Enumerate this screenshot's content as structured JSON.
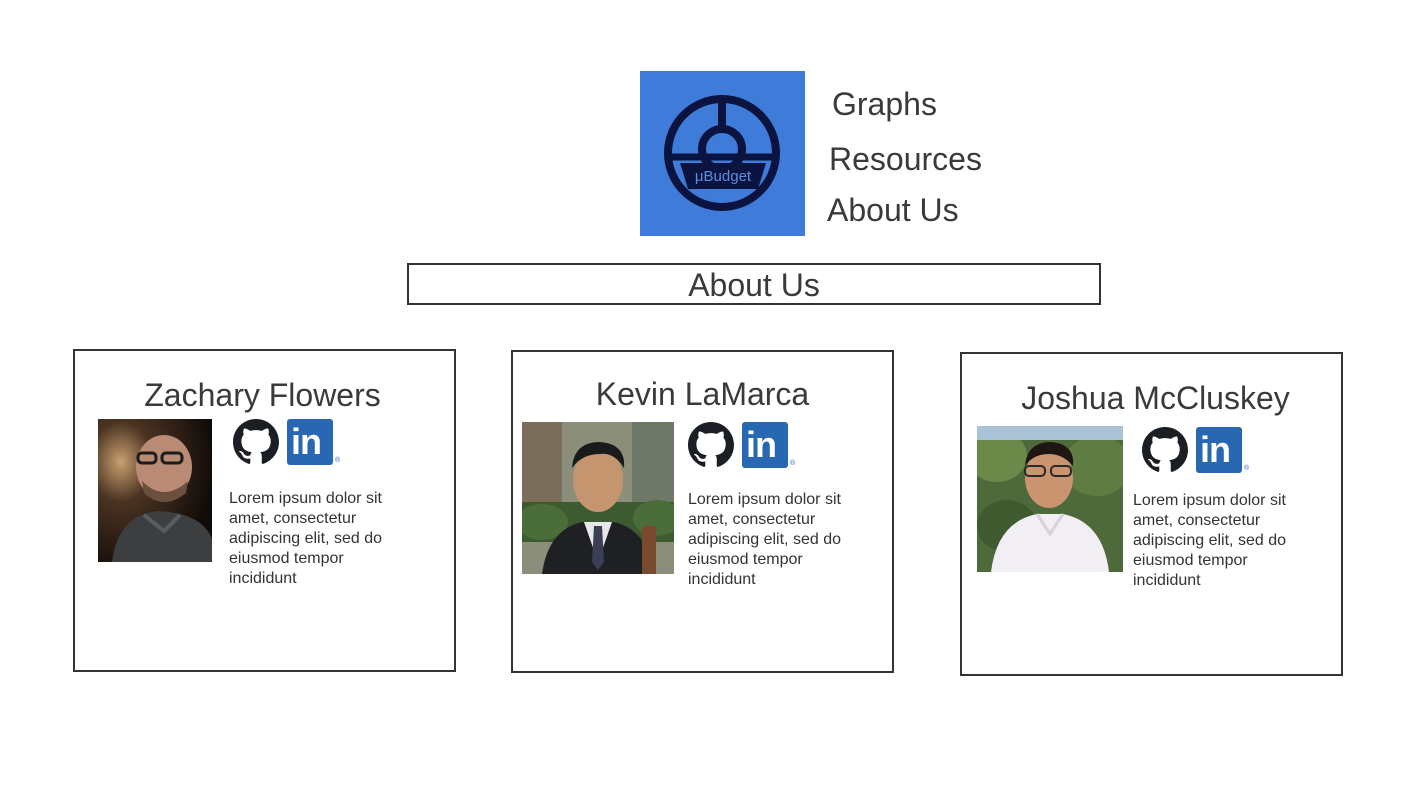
{
  "logo": {
    "text": "μBudget",
    "bg_color": "#3f7bd8",
    "ring_color": "#0b1440"
  },
  "nav": {
    "graphs": "Graphs",
    "resources": "Resources",
    "about": "About Us"
  },
  "section_title": "About Us",
  "team": [
    {
      "name": "Zachary Flowers",
      "bio": "Lorem ipsum dolor sit amet, consectetur adipiscing elit, sed do eiusmod tempor incididunt",
      "github_icon": "github-icon",
      "linkedin_icon": "linkedin-icon",
      "linkedin_text": "in"
    },
    {
      "name": "Kevin LaMarca",
      "bio": "Lorem ipsum dolor sit amet, consectetur adipiscing elit, sed do eiusmod tempor incididunt",
      "github_icon": "github-icon",
      "linkedin_icon": "linkedin-icon",
      "linkedin_text": "in"
    },
    {
      "name": "Joshua McCluskey",
      "bio": "Lorem ipsum dolor sit amet, consectetur adipiscing elit, sed do eiusmod tempor incididunt",
      "github_icon": "github-icon",
      "linkedin_icon": "linkedin-icon",
      "linkedin_text": "in"
    }
  ],
  "colors": {
    "linkedin": "#2867b2",
    "text": "#3a3a3a"
  }
}
